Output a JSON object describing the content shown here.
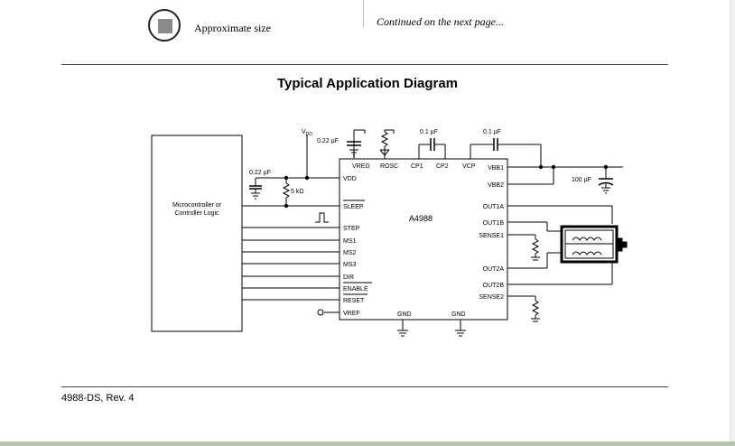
{
  "header": {
    "approx_label": "Approximate size",
    "continued": "Continued on the next page..."
  },
  "title": "Typical Application Diagram",
  "footer": "4988-DS, Rev. 4",
  "diagram": {
    "micro_line1": "Microcontroller or",
    "micro_line2": "Controller Logic",
    "chip_name": "A4988",
    "vdd_symbol": "V",
    "vdd_sub": "DD",
    "cap_vreg": "0.22 µF",
    "cap_vdd": "0.22 µF",
    "res_sleep": "5 kΩ",
    "cap_cp": "0.1 µF",
    "cap_vcp": "0.1 µF",
    "cap_vbb": "100 µF",
    "pins_left": [
      "VDD",
      "SLEEP",
      "STEP",
      "MS1",
      "MS2",
      "MS3",
      "DIR",
      "ENABLE",
      "RESET",
      "VREF"
    ],
    "pins_top": [
      "VREG",
      "ROSC",
      "CP1",
      "CP2",
      "VCP"
    ],
    "pins_right": [
      "VBB1",
      "VBB2",
      "OUT1A",
      "OUT1B",
      "SENSE1",
      "OUT2A",
      "OUT2B",
      "SENSE2"
    ],
    "pins_bottom": [
      "GND",
      "GND"
    ]
  }
}
